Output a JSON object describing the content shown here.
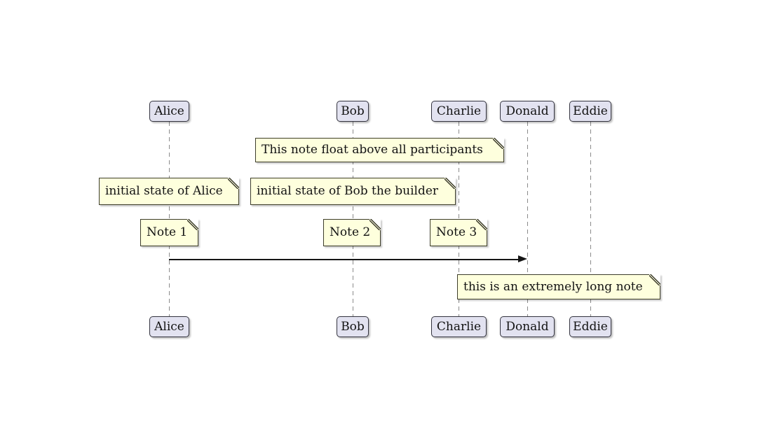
{
  "diagram_type": "sequence-diagram",
  "participants": [
    {
      "name": "Alice"
    },
    {
      "name": "Bob"
    },
    {
      "name": "Charlie"
    },
    {
      "name": "Donald"
    },
    {
      "name": "Eddie"
    }
  ],
  "notes": [
    {
      "id": "float-note",
      "text": "This note float above all participants"
    },
    {
      "id": "initial-alice-note",
      "text": "initial state of Alice"
    },
    {
      "id": "initial-bob-note",
      "text": "initial state of Bob the builder"
    },
    {
      "id": "note-1",
      "text": "Note 1"
    },
    {
      "id": "note-2",
      "text": "Note 2"
    },
    {
      "id": "note-3",
      "text": "Note 3"
    },
    {
      "id": "long-note",
      "text": "this is an extremely long note"
    }
  ],
  "messages": [
    {
      "from": "Alice",
      "to": "Donald",
      "label": ""
    }
  ],
  "colors": {
    "background": "#ffffff",
    "participant_fill": "#E2E2F0",
    "participant_border": "#33333f",
    "note_fill": "#FEFFDD",
    "note_border": "#3d3d2a",
    "lifeline": "#8b8b8b",
    "arrow": "#151515",
    "text": "#131313"
  }
}
